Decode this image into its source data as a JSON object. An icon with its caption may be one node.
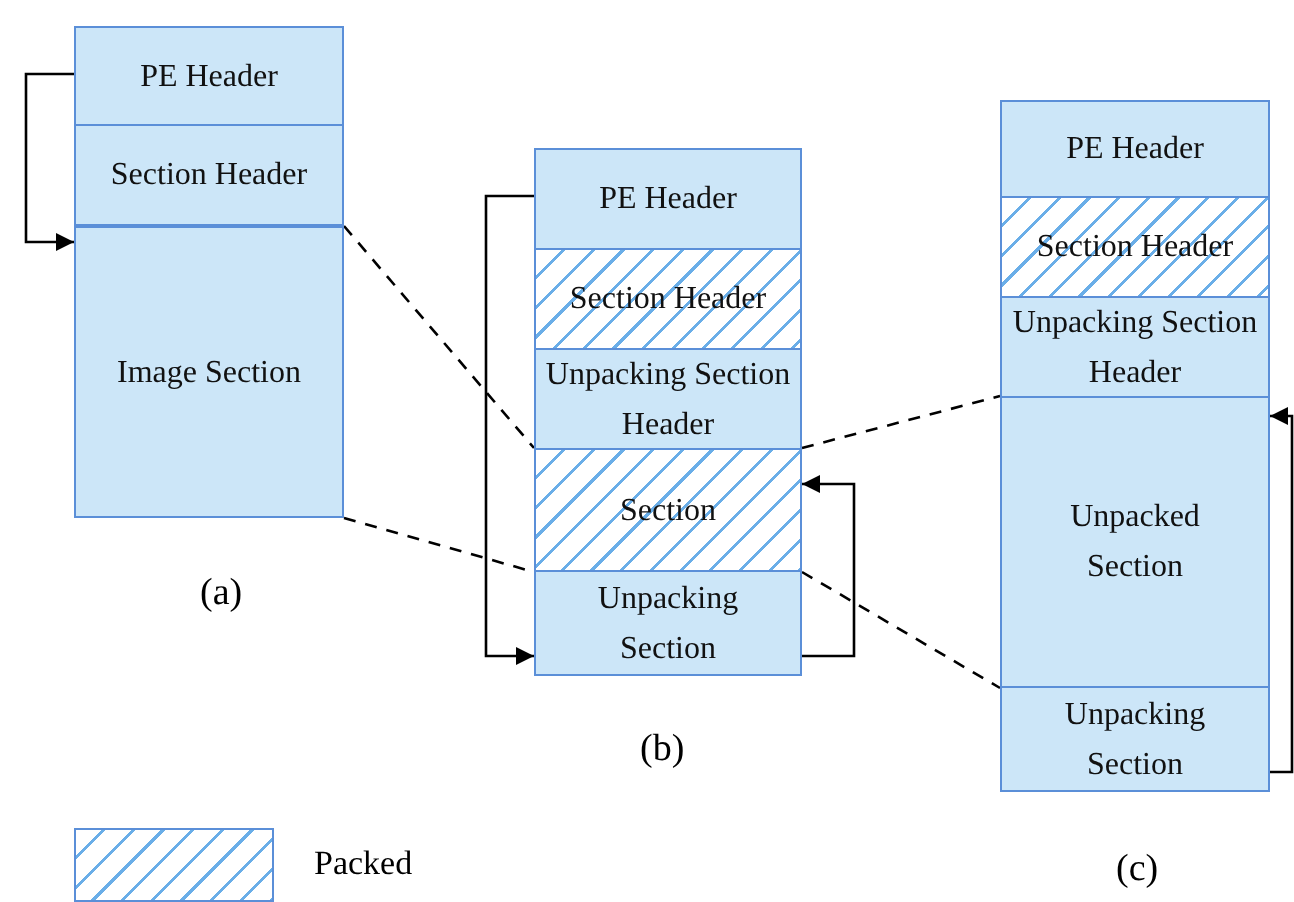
{
  "diagram": {
    "nodes": [
      {
        "text": [
          "PE Header"
        ]
      },
      {
        "text": [
          "Section Header"
        ]
      },
      {
        "text": [
          "Image Section"
        ]
      },
      {
        "text": [
          "PE Header"
        ]
      },
      {
        "text": [
          "Section Header"
        ]
      },
      {
        "text": [
          "Unpacking Section Header"
        ]
      },
      {
        "text": [
          "Section"
        ]
      },
      {
        "text": [
          "Unpacking Section"
        ]
      },
      {
        "text": [
          "PE Header"
        ]
      },
      {
        "text": [
          "Section Header"
        ]
      },
      {
        "text": [
          "Unpacking Section Header"
        ]
      },
      {
        "text": [
          "Unpacked Section"
        ]
      },
      {
        "text": [
          "Unpacking Section"
        ]
      }
    ],
    "edges": [
      {
        "from": 0,
        "to": 2,
        "arrow": "to"
      },
      {
        "from": 2,
        "to": 6,
        "arrow": "none",
        "style": "dashed"
      },
      {
        "from": 2,
        "to": 6,
        "arrow": "none",
        "style": "dashed"
      },
      {
        "from": 3,
        "to": 7,
        "arrow": "to"
      },
      {
        "from": 7,
        "to": 6,
        "arrow": "to"
      },
      {
        "from": 6,
        "to": 11,
        "arrow": "none",
        "style": "dashed"
      },
      {
        "from": 6,
        "to": 11,
        "arrow": "none",
        "style": "dashed"
      },
      {
        "from": 12,
        "to": 11,
        "arrow": "to"
      }
    ],
    "labels": [
      "(a)",
      "(b)",
      "(c)"
    ],
    "legend": [
      {
        "text": "Packed"
      }
    ]
  }
}
